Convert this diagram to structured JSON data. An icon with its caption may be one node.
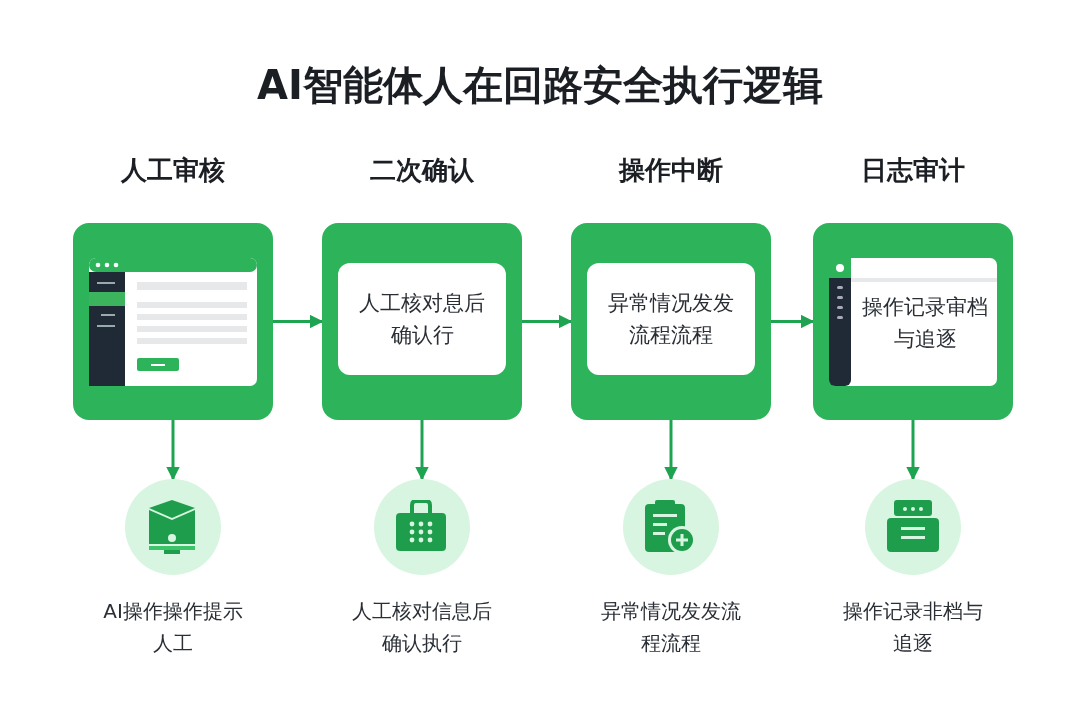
{
  "diagram": {
    "title": "AI智能体人在回路安全执行逻辑",
    "nodes": [
      {
        "text": [
          "人工审核"
        ]
      },
      {
        "text": [
          "二次确认",
          "人工核对息后确认行"
        ]
      },
      {
        "text": [
          "操作中断",
          "异常情况发发流程流程"
        ]
      },
      {
        "text": [
          "日志审计",
          "操作记录审档与追逐"
        ]
      },
      {
        "text": [
          "AI操作操作提示人工"
        ]
      },
      {
        "text": [
          "人工核对信息后确认执行"
        ]
      },
      {
        "text": [
          "异常情况发发流程流程"
        ]
      },
      {
        "text": [
          "操作记录非档与追逐"
        ]
      }
    ],
    "edges": [
      {
        "from": 0,
        "to": 1,
        "arrow": "to"
      },
      {
        "from": 1,
        "to": 2,
        "arrow": "to"
      },
      {
        "from": 2,
        "to": 3,
        "arrow": "to"
      },
      {
        "from": 0,
        "to": 4,
        "arrow": "to"
      },
      {
        "from": 1,
        "to": 5,
        "arrow": "to"
      },
      {
        "from": 2,
        "to": 6,
        "arrow": "to"
      },
      {
        "from": 3,
        "to": 7,
        "arrow": "to"
      }
    ]
  }
}
